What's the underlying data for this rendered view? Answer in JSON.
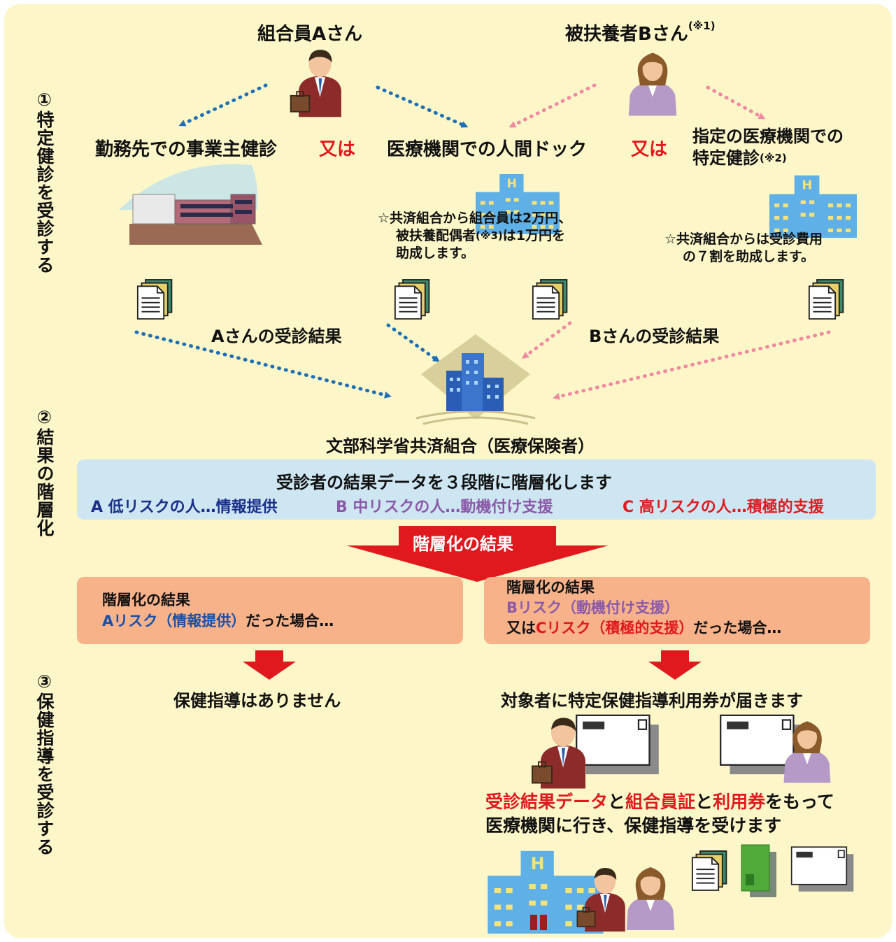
{
  "sections": {
    "s1": "①特定健診を受診する",
    "s2": "②結果の階層化",
    "s3": "③保健指導を受診する"
  },
  "persons": {
    "a_title": "組合員Aさん",
    "b_title": "被扶養者Bさん",
    "b_note": "(※1)"
  },
  "options": {
    "employer_checkup": "勤務先での事業主健診",
    "or1": "又は",
    "dock": "医療機関での人間ドック",
    "or2": "又は",
    "designated_line1": "指定の医療機関での",
    "designated_line2": "特定健診",
    "designated_note": "(※2)"
  },
  "notes": {
    "dock_line1": "☆共済組合から組合員は2万円、",
    "dock_line2a": "被扶養配偶者",
    "dock_line2_note": "(※3)",
    "dock_line2b": "は1万円を",
    "dock_line3": "助成します。",
    "designated_line1": "☆共済組合からは受診費用",
    "designated_line2": "の７割を助成します。"
  },
  "results": {
    "a_result": "Aさんの受診結果",
    "b_result": "Bさんの受診結果"
  },
  "insurer": "文部科学省共済組合（医療保険者）",
  "stratify": {
    "title": "受診者の結果データを３段階に階層化します",
    "a_label": "A 低リスクの人…情報提供",
    "b_label": "B 中リスクの人…動機付け支援",
    "c_label": "C 高リスクの人…積極的支援"
  },
  "banner": "階層化の結果",
  "left_box": {
    "line1": "階層化の結果",
    "risk": "Aリスク（情報提供）",
    "suffix": "だった場合…"
  },
  "right_box": {
    "line1": "階層化の結果",
    "line2": "Bリスク（動機付け支援）",
    "or": "又は",
    "risk_c": "Cリスク（積極的支援）",
    "suffix": "だった場合…"
  },
  "outcomes": {
    "none": "保健指導はありません",
    "voucher": "対象者に特定保健指導利用券が届きます"
  },
  "bring": {
    "p1": "受診結果データ",
    "and1": "と",
    "p2": "組合員証",
    "and2": "と",
    "p3": "利用券",
    "rest": "をもって",
    "line2": "医療機関に行き、保健指導を受けます"
  },
  "colors": {
    "panel_bg": "#fdf6c8",
    "blue_arrow": "#1f6fb6",
    "pink_arrow": "#f08aa0",
    "red": "#e0191f",
    "navy": "#1a2f8a",
    "purple": "#8b5aa8",
    "blue_box": "#cde6f2",
    "orange_box": "#f7b28a"
  }
}
